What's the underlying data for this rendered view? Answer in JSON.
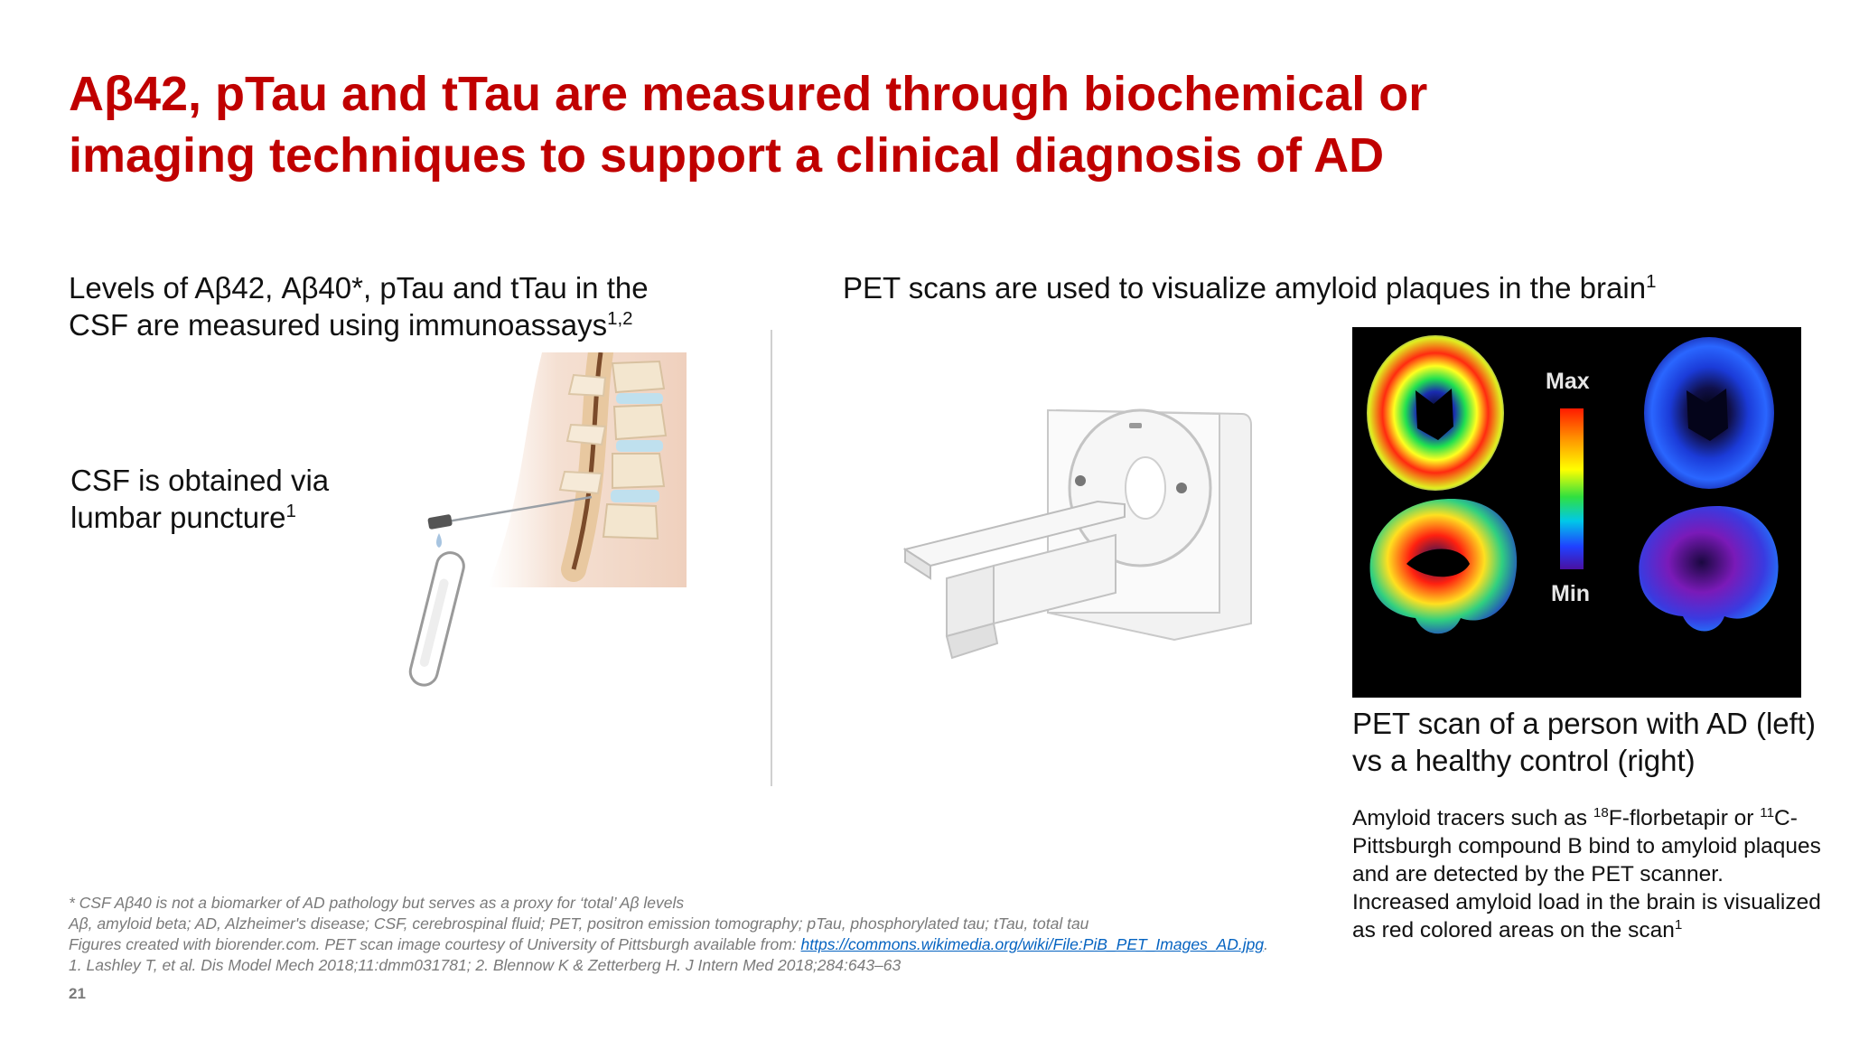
{
  "slide": {
    "title": "Aβ42, pTau and tTau are measured through biochemical or imaging techniques to support a clinical diagnosis of AD",
    "page_number": "21"
  },
  "left": {
    "heading": "Levels of Aβ42, Aβ40*, pTau and tTau in the CSF are measured using immunoassays",
    "heading_sup": "1,2",
    "csf_note": "CSF is obtained via lumbar puncture",
    "csf_note_sup": "1"
  },
  "right": {
    "heading": "PET scans are used to visualize amyloid plaques in the brain",
    "heading_sup": "1",
    "scale_max": "Max",
    "scale_min": "Min",
    "caption": "PET scan of a person with AD (left) vs a healthy control (right)",
    "tracer_sup_a": "18",
    "tracer_text_a": "Amyloid tracers such as ",
    "tracer_text_b": "F-florbetapir or ",
    "tracer_sup_b": "11",
    "tracer_text_c": "C-Pittsburgh compound B bind to amyloid plaques and are detected by the PET scanner. Increased amyloid load in the brain is visualized as red colored areas on the scan",
    "tracer_sup_c": "1"
  },
  "footnotes": {
    "line1": "* CSF Aβ40 is not a biomarker of AD pathology but serves as a proxy for ‘total’ Aβ levels",
    "line2": "Aβ, amyloid beta; AD, Alzheimer's disease; CSF, cerebrospinal fluid; PET, positron emission tomography; pTau, phosphorylated tau; tTau, total tau",
    "line3_prefix": "Figures created with biorender.com. PET scan image courtesy of University of Pittsburgh available from: ",
    "line3_link": "https://commons.wikimedia.org/wiki/File:PiB_PET_Images_AD.jpg",
    "line3_suffix": ".",
    "line4": "1. Lashley T, et al. Dis Model Mech 2018;11:dmm031781; 2. Blennow K & Zetterberg H. J Intern Med 2018;284:643–63"
  },
  "colors": {
    "title": "#c00000",
    "link": "#0563c1",
    "footnote": "#7a7a7a"
  },
  "icons": [
    "spine-puncture-illustration",
    "collection-tube-illustration",
    "pet-scanner-illustration",
    "pet-scan-image"
  ]
}
